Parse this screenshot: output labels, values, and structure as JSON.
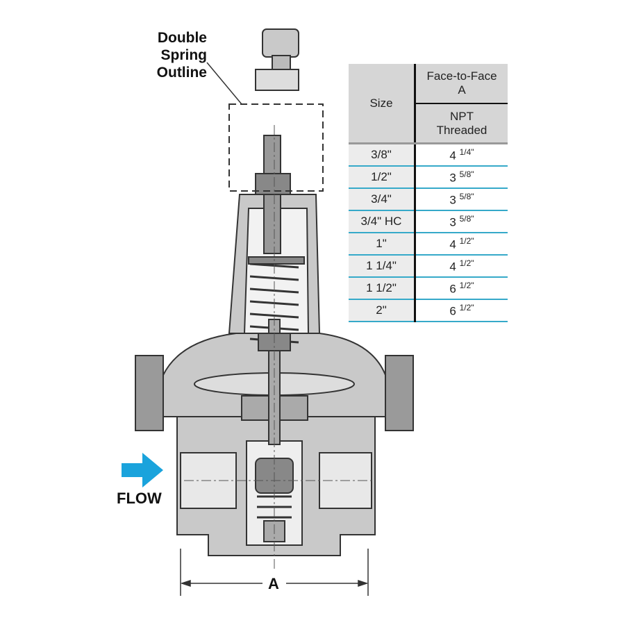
{
  "callout": {
    "line1": "Double",
    "line2": "Spring",
    "line3": "Outline"
  },
  "flow_label": "FLOW",
  "dimension_label": "A",
  "colors": {
    "flow_arrow": "#1aa3dc",
    "row_rule": "#35a9c9",
    "body": "#c9c9c9"
  },
  "table": {
    "size_header": "Size",
    "face_header_1": "Face-to-Face",
    "face_header_2": "A",
    "npt_header_1": "NPT",
    "npt_header_2": "Threaded",
    "rows": [
      {
        "size": "3/8\"",
        "whole": "4",
        "frac": "1/4\""
      },
      {
        "size": "1/2\"",
        "whole": "3",
        "frac": "5/8\""
      },
      {
        "size": "3/4\"",
        "whole": "3",
        "frac": "5/8\""
      },
      {
        "size": "3/4\" HC",
        "whole": "3",
        "frac": "5/8\""
      },
      {
        "size": "1\"",
        "whole": "4",
        "frac": "1/2\""
      },
      {
        "size": "1 1/4\"",
        "whole": "4",
        "frac": "1/2\""
      },
      {
        "size": "1 1/2\"",
        "whole": "6",
        "frac": "1/2\""
      },
      {
        "size": "2\"",
        "whole": "6",
        "frac": "1/2\""
      }
    ]
  }
}
